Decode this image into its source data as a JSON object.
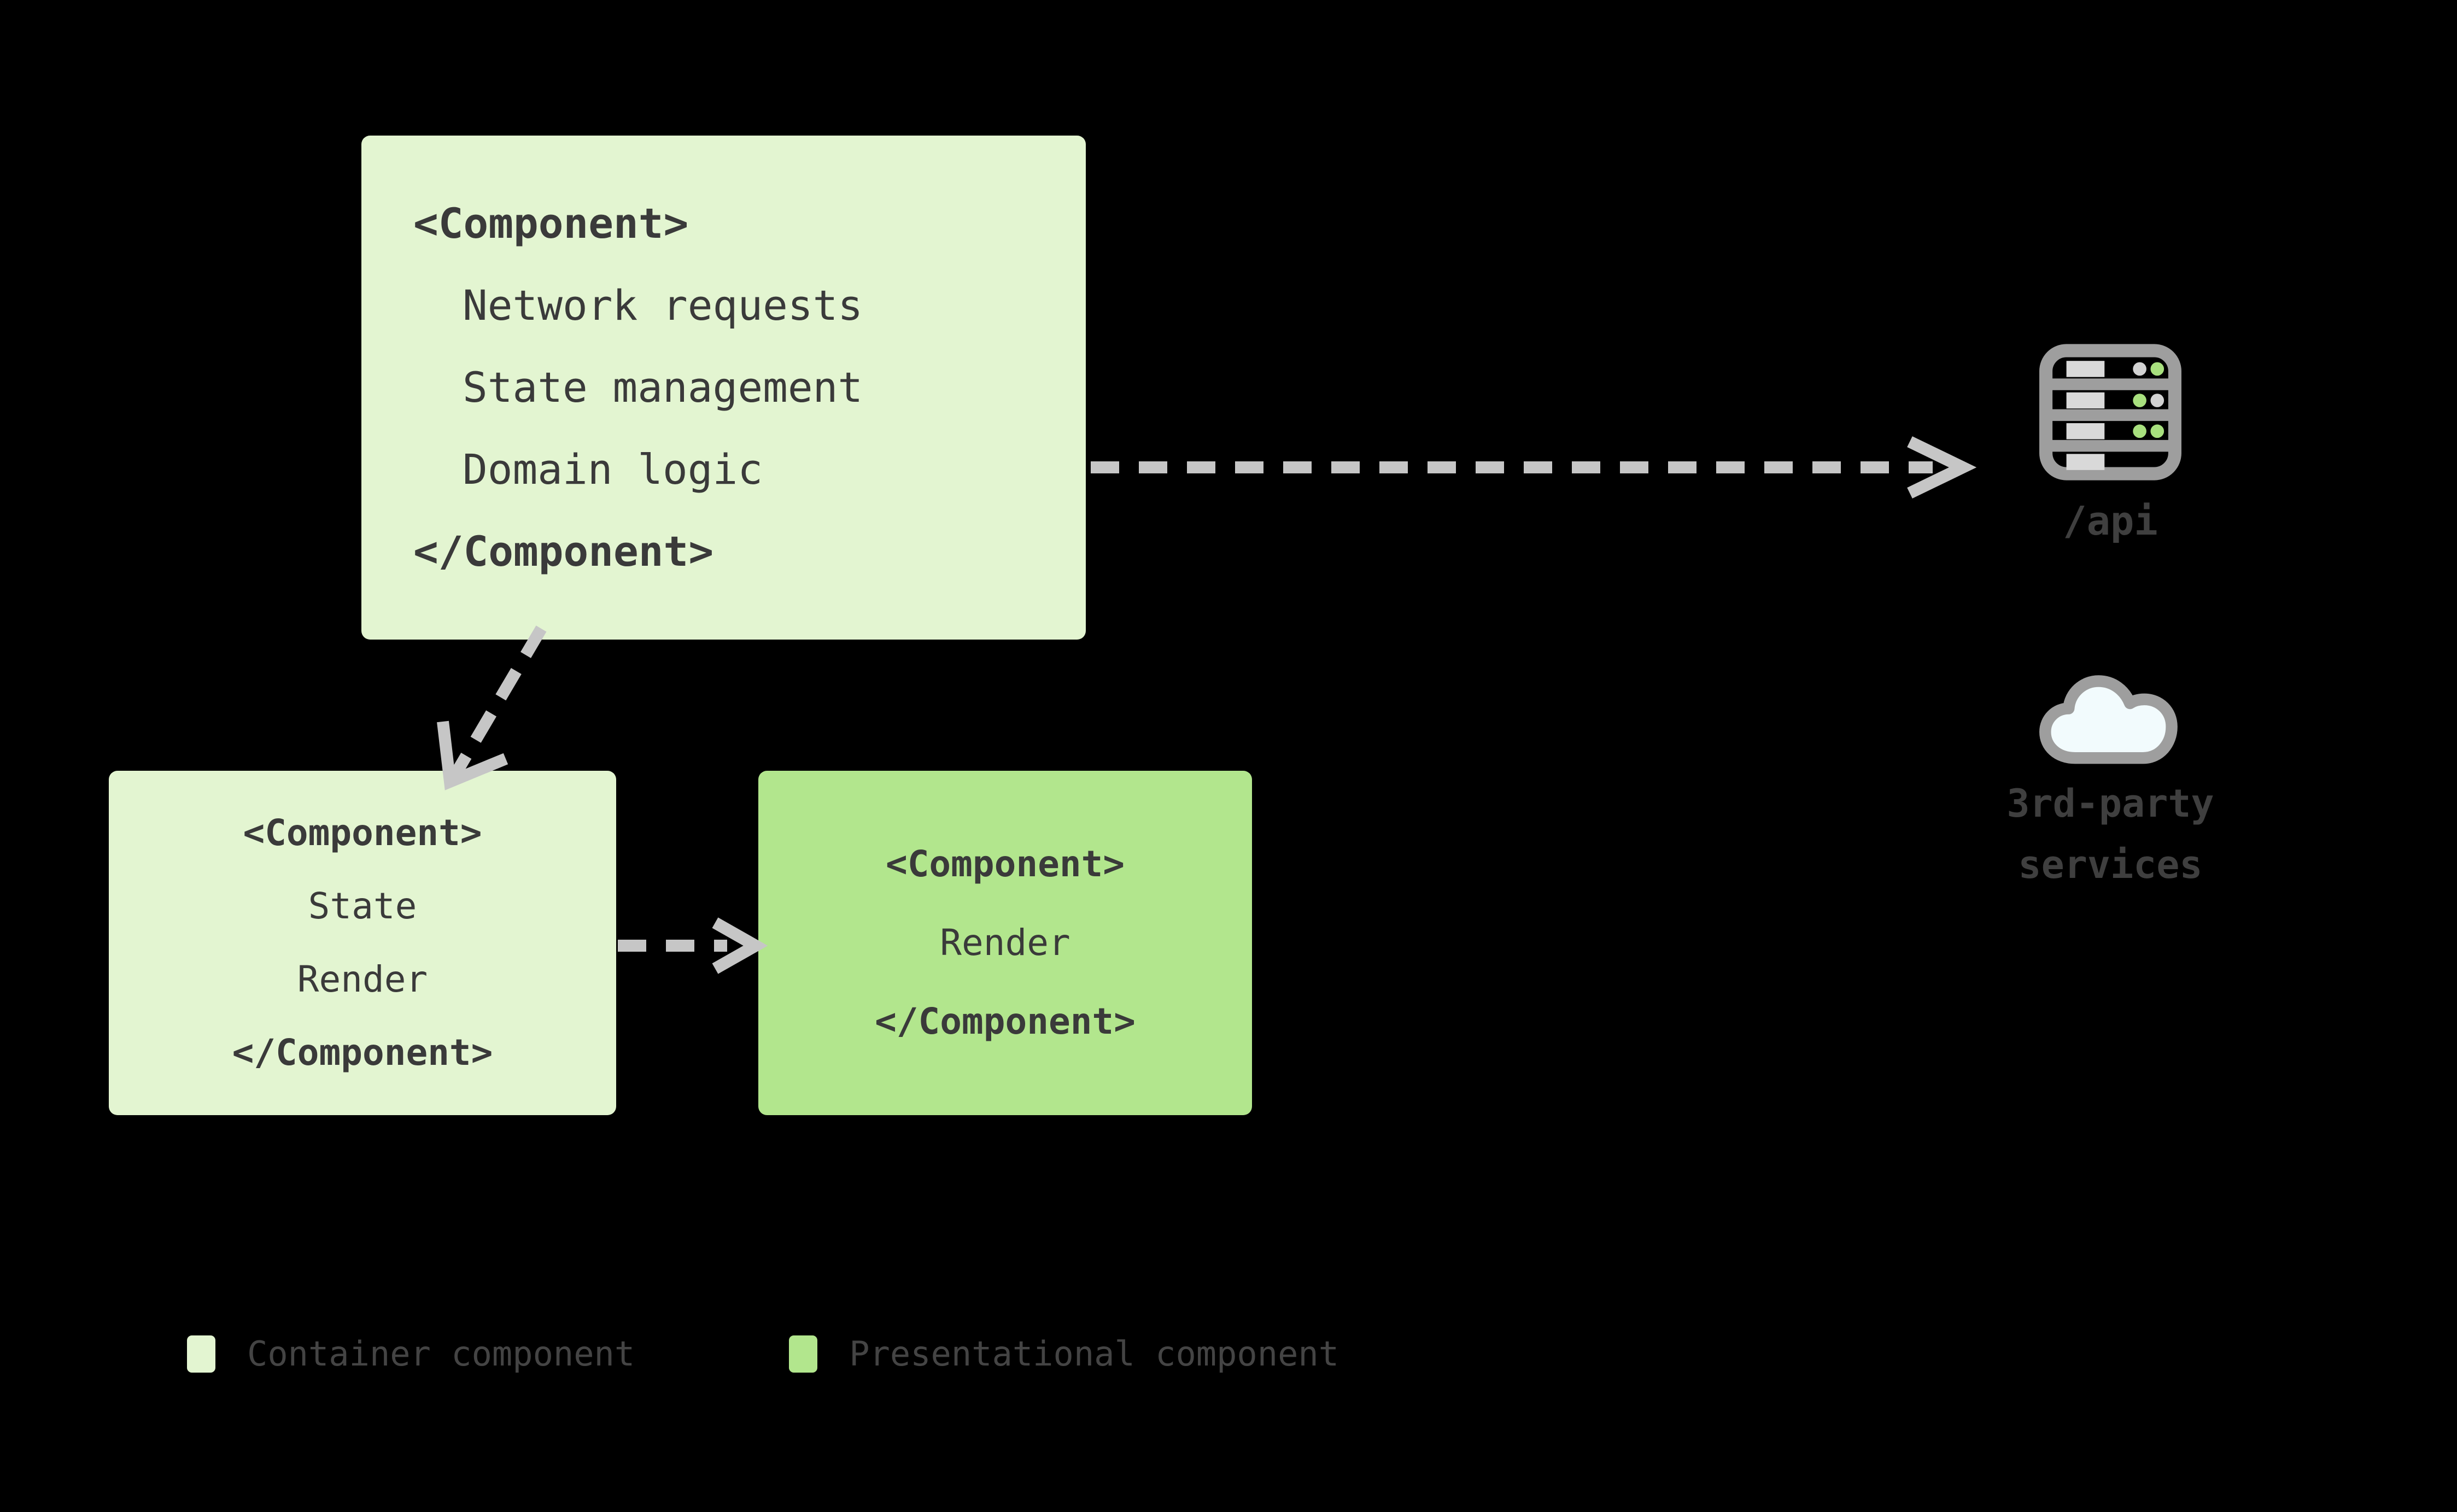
{
  "palette": {
    "background": "#000000",
    "container_fill": "#e3f5d1",
    "presentational_fill": "#b2e68d",
    "text_dark": "#3a3a3a",
    "arrow_gray": "#c6c6c6",
    "icon_gray": "#9e9e9e",
    "icon_slot_light": "#d9d9d9",
    "led_green": "#a8e07e",
    "led_gray": "#d2d2d2",
    "cloud_fill": "#f2fbfd",
    "label_gray": "#3f3f3f",
    "legend_text": "#444444"
  },
  "boxes": {
    "container_main": {
      "open_tag": "<Component>",
      "lines": [
        "Network requests",
        "State management",
        "Domain logic"
      ],
      "close_tag": "</Component>"
    },
    "container_child": {
      "open_tag": "<Component>",
      "lines": [
        "State",
        "Render"
      ],
      "close_tag": "</Component>"
    },
    "presentational": {
      "open_tag": "<Component>",
      "lines": [
        "Render"
      ],
      "close_tag": "</Component>"
    }
  },
  "external_nodes": {
    "api": {
      "icon": "server-icon",
      "label": "/api"
    },
    "cloud": {
      "icon": "cloud-icon",
      "label_line1": "3rd-party",
      "label_line2": "services"
    }
  },
  "arrows": [
    {
      "name": "arrow-main-to-api",
      "style": "dashed",
      "head": "chevron"
    },
    {
      "name": "arrow-main-to-child",
      "style": "dashed",
      "head": "chevron"
    },
    {
      "name": "arrow-child-to-presentational",
      "style": "dashed",
      "head": "chevron"
    }
  ],
  "legend": {
    "items": [
      {
        "label": "Container component",
        "color": "#e3f5d1"
      },
      {
        "label": "Presentational component",
        "color": "#b2e68d"
      }
    ]
  }
}
